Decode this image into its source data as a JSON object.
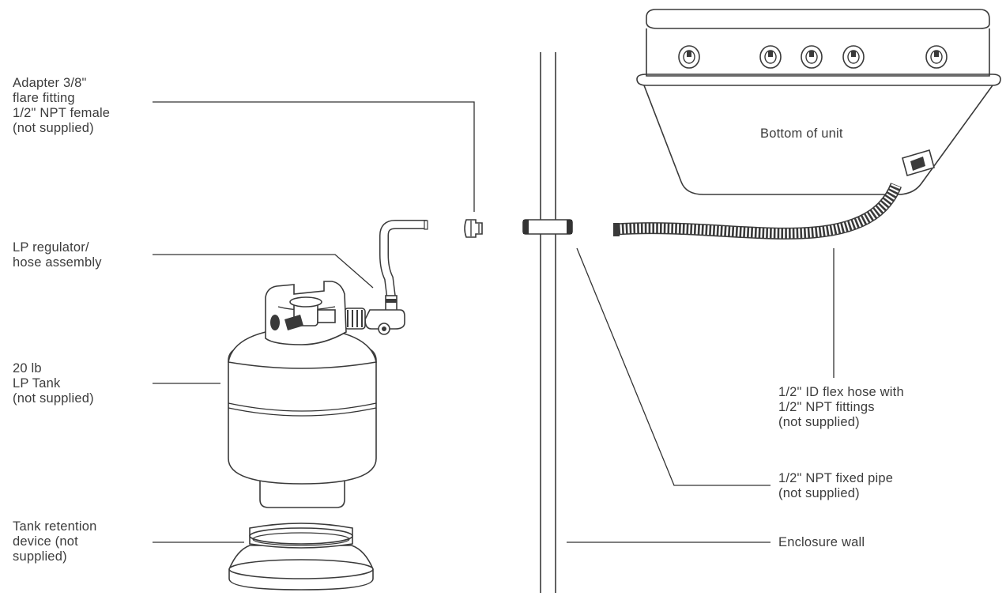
{
  "labels": {
    "adapter": [
      "Adapter 3/8\"",
      "flare fitting",
      "1/2\" NPT female",
      "(not supplied)"
    ],
    "regulator": [
      "LP regulator/",
      "hose assembly"
    ],
    "tank": [
      "20 lb",
      "LP Tank",
      "(not supplied)"
    ],
    "retention": [
      "Tank retention",
      "device (not",
      "supplied)"
    ],
    "bottom_of_unit": "Bottom of unit",
    "flex_hose": [
      "1/2\" ID flex hose with",
      "1/2\" NPT fittings",
      "(not supplied)"
    ],
    "fixed_pipe": [
      "1/2\" NPT fixed pipe",
      "(not supplied)"
    ],
    "enclosure_wall": "Enclosure wall"
  },
  "icons": {
    "tank": "propane-tank-icon",
    "grill": "grill-unit-icon",
    "hose": "flex-hose-icon",
    "regulator": "regulator-hose-icon",
    "adapter": "adapter-fitting-icon",
    "pipe": "fixed-pipe-icon",
    "wall": "enclosure-wall-icon",
    "retention": "tank-retention-ring-icon"
  },
  "colors": {
    "line": "#333333",
    "text": "#3c3c3c",
    "background": "#ffffff"
  }
}
